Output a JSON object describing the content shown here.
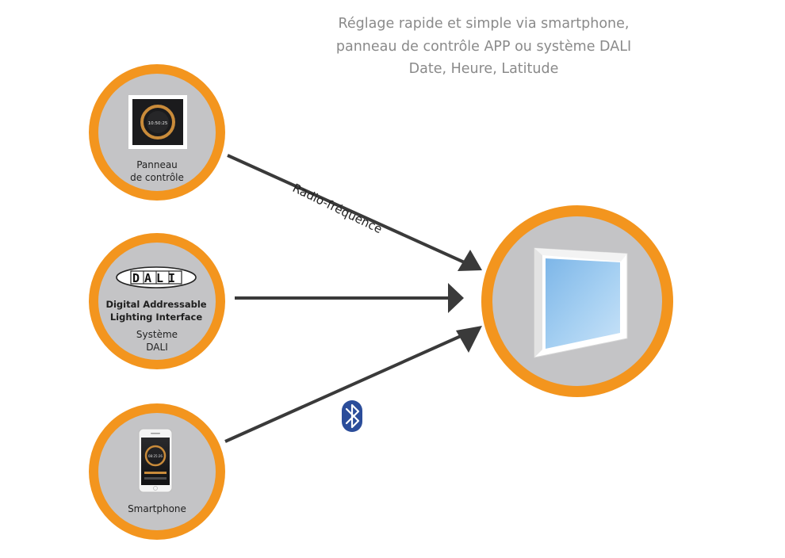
{
  "header": {
    "line1": "Réglage rapide et simple via smartphone,",
    "line2": "panneau de contrôle APP ou système DALI",
    "line3": "Date, Heure, Latitude"
  },
  "nodes": {
    "control_panel": {
      "line1": "Panneau",
      "line2": "de contrôle",
      "screen_time": "10:50:25"
    },
    "dali": {
      "logo_text": "DALI",
      "desc_line1": "Digital Addressable",
      "desc_line2": "Lighting Interface",
      "line1": "Système",
      "line2": "DALI"
    },
    "smartphone": {
      "label": "Smartphone",
      "screen_time": "08:25:26"
    }
  },
  "connections": {
    "radio_label": "Radio-fréquence"
  },
  "icons": {
    "bluetooth": "bluetooth-icon",
    "target": "window-icon"
  },
  "colors": {
    "ring": "#f3951e",
    "disc": "#c4c4c6",
    "arrow": "#3a3a3a",
    "bluetooth": "#2b4d9a",
    "glass": "#9ccbef"
  }
}
